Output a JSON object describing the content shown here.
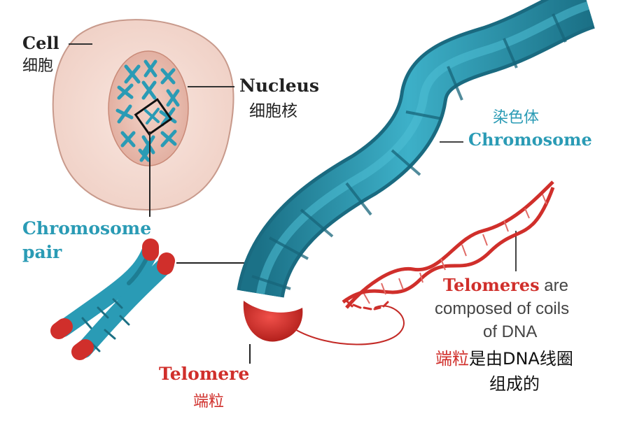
{
  "colors": {
    "teal": "#2a9bb5",
    "teal_dark": "#1d7d93",
    "red": "#d02f2b",
    "cell_fill": "#f5dcd3",
    "nucleus_fill": "#ecc1b3",
    "text_dark": "#222222"
  },
  "labels": {
    "cell_en": "Cell",
    "cell_zh": "细胞",
    "nucleus_en": "Nucleus",
    "nucleus_zh": "细胞核",
    "chromosome_zh": "染色体",
    "chromosome_en": "Chromosome",
    "chromosome_pair_line1": "Chromosome",
    "chromosome_pair_line2": "pair",
    "telomere_en": "Telomere",
    "telomere_zh": "端粒",
    "telomeres_word": "Telomeres",
    "telomeres_rest": " are",
    "composed_line": "composed of coils",
    "of_dna_line": "of DNA",
    "zh_note_red": "端粒",
    "zh_note_rest": "是由DNA线圈",
    "zh_note_line2": "组成的"
  }
}
